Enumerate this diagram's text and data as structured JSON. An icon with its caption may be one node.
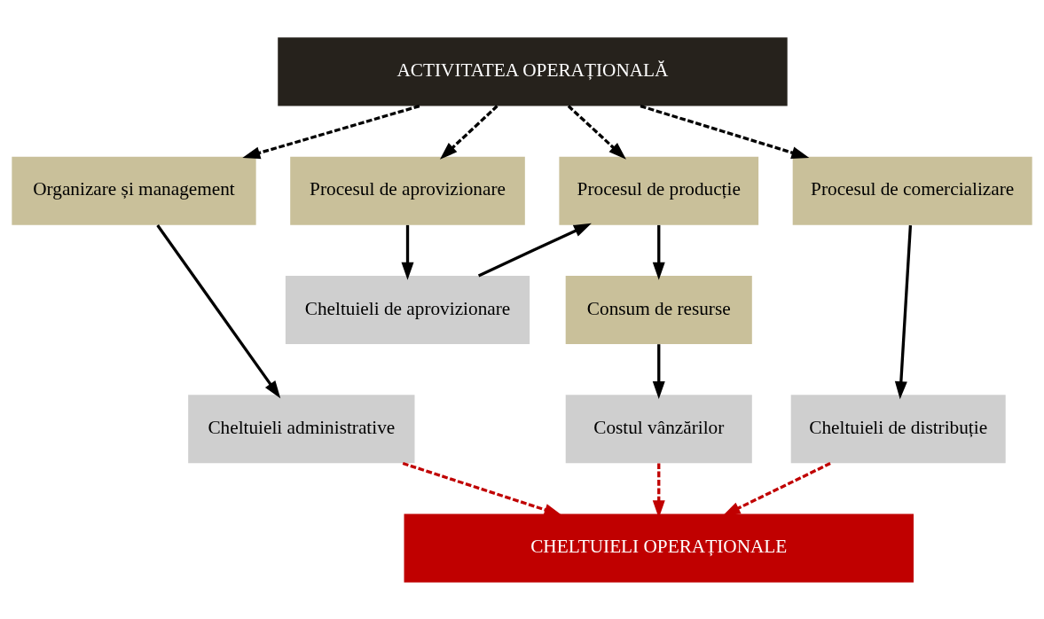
{
  "diagram": {
    "nodes": [
      {
        "text": [
          "ACTIVITATEA OPERAȚIONALĂ"
        ]
      },
      {
        "text": [
          "Organizare și management"
        ]
      },
      {
        "text": [
          "Procesul de aprovizionare"
        ]
      },
      {
        "text": [
          "Procesul de producție"
        ]
      },
      {
        "text": [
          "Procesul de comercializare"
        ]
      },
      {
        "text": [
          "Cheltuieli de aprovizionare"
        ]
      },
      {
        "text": [
          "Consum de resurse"
        ]
      },
      {
        "text": [
          "Cheltuieli administrative"
        ]
      },
      {
        "text": [
          "Costul vânzărilor"
        ]
      },
      {
        "text": [
          "Cheltuieli de distribuție"
        ]
      },
      {
        "text": [
          "CHELTUIELI OPERAȚIONALE"
        ]
      }
    ],
    "edges": [
      {
        "from": 0,
        "to": 1,
        "arrow": "to",
        "style": "dashed"
      },
      {
        "from": 0,
        "to": 2,
        "arrow": "to",
        "style": "dashed"
      },
      {
        "from": 0,
        "to": 3,
        "arrow": "to",
        "style": "dashed"
      },
      {
        "from": 0,
        "to": 4,
        "arrow": "to",
        "style": "dashed"
      },
      {
        "from": 1,
        "to": 7,
        "arrow": "to"
      },
      {
        "from": 2,
        "to": 5,
        "arrow": "to"
      },
      {
        "from": 5,
        "to": 3,
        "arrow": "to"
      },
      {
        "from": 3,
        "to": 6,
        "arrow": "to"
      },
      {
        "from": 6,
        "to": 8,
        "arrow": "to"
      },
      {
        "from": 4,
        "to": 9,
        "arrow": "to"
      },
      {
        "from": 7,
        "to": 10,
        "arrow": "to",
        "style": "dashed",
        "color": "#c00000"
      },
      {
        "from": 8,
        "to": 10,
        "arrow": "to",
        "style": "dashed",
        "color": "#c00000"
      },
      {
        "from": 9,
        "to": 10,
        "arrow": "to",
        "style": "dashed",
        "color": "#c00000"
      }
    ]
  }
}
